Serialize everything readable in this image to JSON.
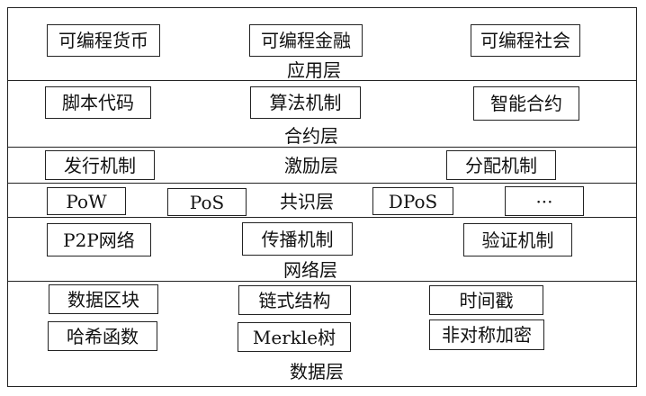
{
  "layers": {
    "application": {
      "title": "应用层",
      "items": [
        "可编程货币",
        "可编程金融",
        "可编程社会"
      ]
    },
    "contract": {
      "title": "合约层",
      "items": [
        "脚本代码",
        "算法机制",
        "智能合约"
      ]
    },
    "incentive": {
      "title": "激励层",
      "items": [
        "发行机制",
        "分配机制"
      ]
    },
    "consensus": {
      "title": "共识层",
      "items": [
        "PoW",
        "PoS",
        "DPoS",
        "···"
      ]
    },
    "network": {
      "title": "网络层",
      "items": [
        "P2P网络",
        "传播机制",
        "验证机制"
      ]
    },
    "data": {
      "title": "数据层",
      "items": [
        "数据区块",
        "链式结构",
        "时间戳",
        "哈希函数",
        "Merkle树",
        "非对称加密"
      ]
    }
  }
}
